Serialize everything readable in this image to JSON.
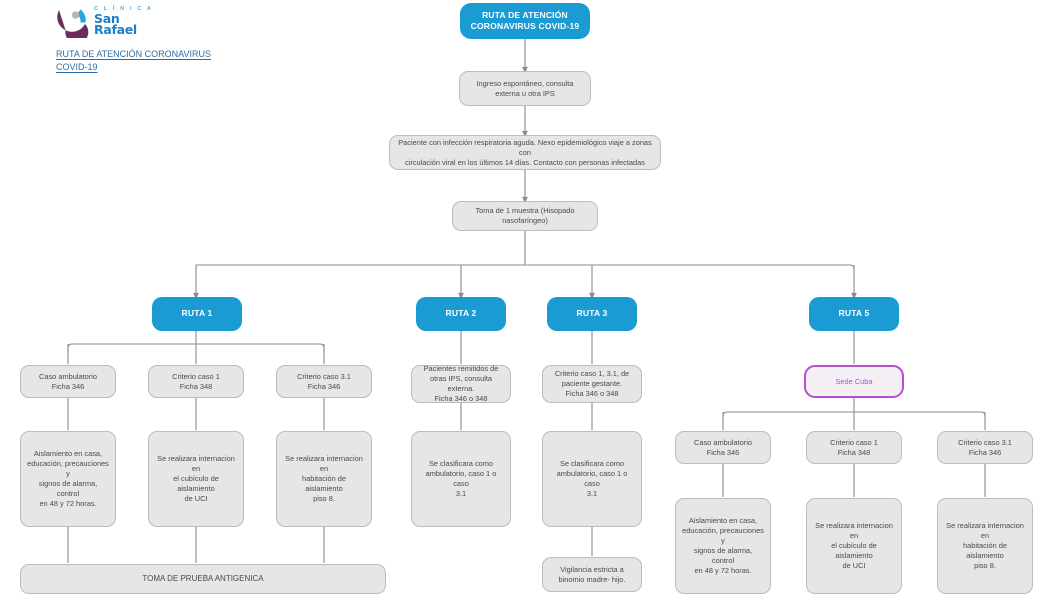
{
  "brand": {
    "logo_clinica": "C L Í N I C A",
    "logo_line1": "San",
    "logo_line2": "Rafael",
    "logo_mark_icon": "clinica-san-rafael-logo-icon",
    "colors": {
      "blue": "#1b9bd4",
      "logo_purple": "#6b2d5f",
      "logo_blue": "#1b7fc4",
      "magenta": "#b64fd0",
      "box_gray": "#e8e5e8",
      "box_border": "#bfbabf",
      "link_blue": "#2e6da4",
      "connector": "#8a8a8a"
    }
  },
  "document": {
    "title_line1": "RUTA DE ATENCIÓN CORONAVIRUS",
    "title_line2": "COVID-19"
  },
  "flow": {
    "header": "RUTA DE ATENCIÓN\nCORONAVIRUS COVID-19",
    "step_entry": "Ingreso espontáneo, consulta\nexterna u otra IPS",
    "step_criteria": "Paciente con infección respiratoria aguda. Nexo epidemiológico viaje a zonas con\ncirculación viral en los últimos 14 días. Contacto con personas infectadas",
    "step_sample": "Toma de 1 muestra (Hisopado nasofaríngeo)",
    "routes": [
      {
        "label": "RUTA 1"
      },
      {
        "label": "RUTA 2"
      },
      {
        "label": "RUTA 3"
      },
      {
        "label": "RUTA 5"
      }
    ],
    "ruta1": {
      "criteria": [
        "Caso ambulatorio\nFicha 346",
        "Criterio caso 1\nFicha 348",
        "Criterio caso 3.1\nFicha 346"
      ],
      "actions": [
        "Aislamiento en casa,\neducación, precauciones y\nsignos de alarma, control\nen 48 y 72 horas.",
        "Se realizara internacion en\nel cubículo de aislamiento\nde UCI",
        "Se realizara internacion en\nhabitación de aislamiento\npiso 8."
      ],
      "footer": "TOMA DE PRUEBA ANTIGENICA"
    },
    "ruta2": {
      "criteria": "Pacientes remitidos de\notras IPS, consulta externa.\nFicha 346 o 348",
      "action": "Se clasificara como\nambulatorio, caso 1 o caso\n3.1"
    },
    "ruta3": {
      "criteria": "Criterio caso 1, 3.1, de\npaciente gestante.\nFicha 346 o 348",
      "action": "Se clasificara como\nambulatorio, caso 1 o caso\n3.1",
      "followup": "Vigilancia estricta a\nbinomio madre- hijo."
    },
    "ruta5": {
      "site": "Sede Cuba",
      "criteria": [
        "Caso ambulatorio\nFicha 346",
        "Criterio caso 1\nFicha 348",
        "Criterio caso 3.1\nFicha 346"
      ],
      "actions": [
        "Aislamiento en casa,\neducación, precauciones y\nsignos de alarma, control\nen 48 y 72 horas.",
        "Se realizara internacion en\nel cubículo de aislamiento\nde UCI",
        "Se realizara internacion en\nhabitación de aislamiento\npiso 8."
      ]
    }
  }
}
